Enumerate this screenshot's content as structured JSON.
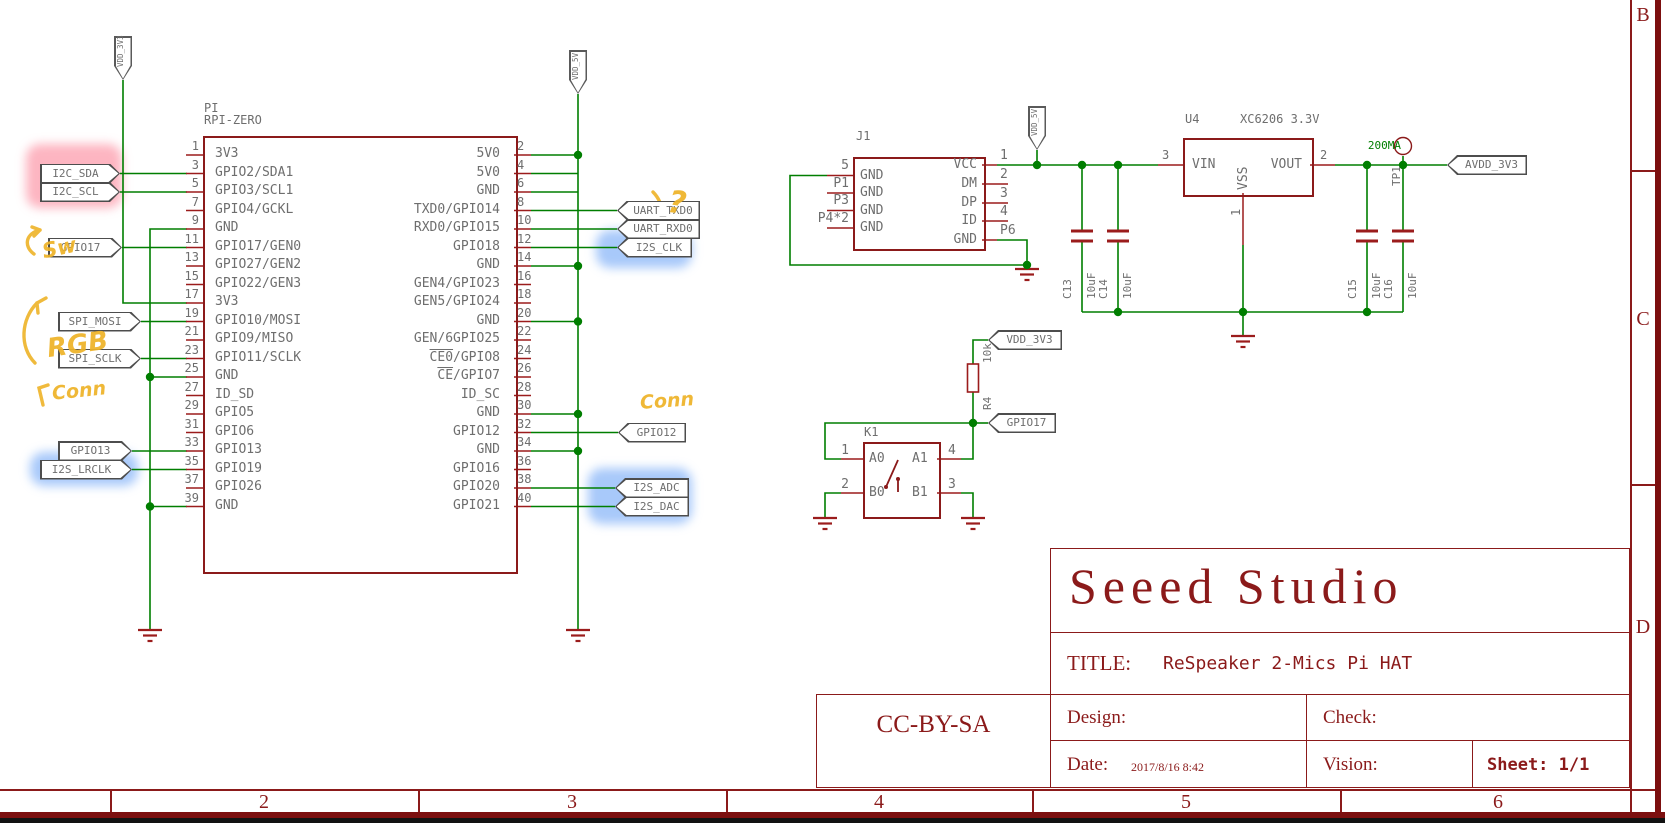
{
  "colors": {
    "wire_green": "#007e00",
    "component_red": "#8b1a1a",
    "stub_red": "#9b1c1c",
    "text_gray": "#6e6e6e",
    "highlight_pink": "rgba(250,100,125,0.48)",
    "highlight_blue": "rgba(96,156,245,0.55)",
    "annotation_yellow": "#eeb327",
    "title_red": "#8b1a1a"
  },
  "rpi": {
    "ref": "PI",
    "value": "RPI-ZERO",
    "left_pins": [
      {
        "n": "1",
        "label": "3V3"
      },
      {
        "n": "3",
        "label": "GPIO2/SDA1"
      },
      {
        "n": "5",
        "label": "GPIO3/SCL1"
      },
      {
        "n": "7",
        "label": "GPIO4/GCKL"
      },
      {
        "n": "9",
        "label": "GND"
      },
      {
        "n": "11",
        "label": "GPIO17/GEN0"
      },
      {
        "n": "13",
        "label": "GPIO27/GEN2"
      },
      {
        "n": "15",
        "label": "GPIO22/GEN3"
      },
      {
        "n": "17",
        "label": "3V3"
      },
      {
        "n": "19",
        "label": "GPIO10/MOSI"
      },
      {
        "n": "21",
        "label": "GPIO9/MISO"
      },
      {
        "n": "23",
        "label": "GPIO11/SCLK"
      },
      {
        "n": "25",
        "label": "GND"
      },
      {
        "n": "27",
        "label": "ID_SD"
      },
      {
        "n": "29",
        "label": "GPIO5"
      },
      {
        "n": "31",
        "label": "GPIO6"
      },
      {
        "n": "33",
        "label": "GPIO13"
      },
      {
        "n": "35",
        "label": "GPIO19"
      },
      {
        "n": "37",
        "label": "GPIO26"
      },
      {
        "n": "39",
        "label": "GND"
      }
    ],
    "right_pins": [
      {
        "n": "2",
        "label": "5V0"
      },
      {
        "n": "4",
        "label": "5V0"
      },
      {
        "n": "6",
        "label": "GND"
      },
      {
        "n": "8",
        "label": "TXD0/GPIO14"
      },
      {
        "n": "10",
        "label": "RXD0/GPIO15"
      },
      {
        "n": "12",
        "label": "GPIO18"
      },
      {
        "n": "14",
        "label": "GND"
      },
      {
        "n": "16",
        "label": "GEN4/GPIO23"
      },
      {
        "n": "18",
        "label": "GEN5/GPIO24"
      },
      {
        "n": "20",
        "label": "GND"
      },
      {
        "n": "22",
        "label": "GEN/6GPIO25"
      },
      {
        "n": "24",
        "label": "/GPIO8",
        "over": "CE0"
      },
      {
        "n": "26",
        "label": "/GPIO7",
        "over": "CE"
      },
      {
        "n": "28",
        "label": "ID_SC"
      },
      {
        "n": "30",
        "label": "GND"
      },
      {
        "n": "32",
        "label": "GPIO12"
      },
      {
        "n": "34",
        "label": "GND"
      },
      {
        "n": "36",
        "label": "GPIO16"
      },
      {
        "n": "38",
        "label": "GPIO20"
      },
      {
        "n": "40",
        "label": "GPIO21"
      }
    ]
  },
  "flags": {
    "i2c_sda": "I2C_SDA",
    "i2c_scl": "I2C_SCL",
    "gpio17_left": "GPIO17",
    "spi_mosi": "SPI_MOSI",
    "spi_sclk": "SPI_SCLK",
    "gpio13": "GPIO13",
    "i2s_lrclk": "I2S_LRCLK",
    "uart_txd0": "UART_TXD0",
    "uart_rxd0": "UART_RXD0",
    "i2s_clk": "I2S_CLK",
    "gpio12": "GPIO12",
    "i2s_adc": "I2S_ADC",
    "i2s_dac": "I2S_DAC",
    "vdd_3v3_pull": "VDD_3V3",
    "gpio17_key": "GPIO17",
    "avdd_3v3": "AVDD_3V3"
  },
  "power_flags": {
    "vdd_3v3": "VDD_3V3",
    "vdd_5v_left": "VDD_5V",
    "vdd_5v_right": "VDD_5V"
  },
  "j1": {
    "ref": "J1",
    "left_pin_names": [
      "5",
      "P1",
      "P3",
      "P4*2"
    ],
    "left_labels": [
      "GND",
      "GND",
      "GND",
      "GND"
    ],
    "right_labels": [
      "VCC",
      "DM",
      "DP",
      "ID",
      "GND"
    ],
    "right_pin_names": [
      "1",
      "2",
      "3",
      "4",
      "P6"
    ]
  },
  "u4": {
    "ref": "U4",
    "part": "XC6206 3.3V",
    "vin": "VIN",
    "vss": "VSS",
    "vout": "VOUT",
    "pin_vin": "3",
    "pin_vout": "2",
    "pin_vss": "1"
  },
  "caps": [
    {
      "ref": "C13",
      "value": "10uF"
    },
    {
      "ref": "C14",
      "value": "10uF"
    },
    {
      "ref": "C15",
      "value": "10uF"
    },
    {
      "ref": "C16",
      "value": "10uF"
    }
  ],
  "r4": {
    "ref": "R4",
    "value": "10k"
  },
  "k1": {
    "ref": "K1",
    "a0": "A0",
    "a1": "A1",
    "b0": "B0",
    "b1": "B1",
    "p1": "1",
    "p2": "2",
    "p3": "3",
    "p4": "4"
  },
  "tp": {
    "current": "200MA",
    "ref": "TP1"
  },
  "annotations": {
    "sw": "Sw",
    "rgb": "RGB",
    "conn_left": "Conn",
    "conn_right": "Conn",
    "question": "?"
  },
  "title_block": {
    "company": "Seeed Studio",
    "title_label": "TITLE:",
    "title": "ReSpeaker 2-Mics Pi HAT",
    "license": "CC-BY-SA",
    "design_label": "Design:",
    "check_label": "Check:",
    "date_label": "Date:",
    "date_value": "2017/8/16 8:42",
    "vision_label": "Vision:",
    "sheet_label": "Sheet: 1/1"
  },
  "border": {
    "rows": [
      "B",
      "C",
      "D"
    ],
    "cols": [
      "2",
      "3",
      "4",
      "5",
      "6"
    ]
  }
}
